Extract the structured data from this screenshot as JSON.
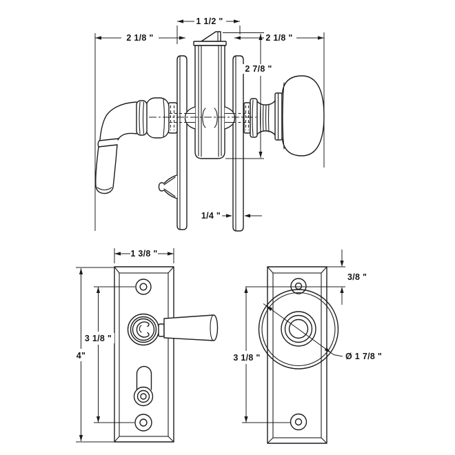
{
  "page": {
    "background": "#ffffff",
    "line_color": "#1c1c1c",
    "description": "Technical dimension drawing of a screen door latch set: assembled side view with interior lever and exterior knob, plus front views of the lever escutcheon plate and knob escutcheon plate"
  },
  "side_view": {
    "name": "assembled-side-view",
    "dims": {
      "case_width": "1 1/2 \"",
      "lever_projection": "2 1/8 \"",
      "knob_projection": "2 1/8 \"",
      "case_height": "2 7/8 \"",
      "plate_thickness": "1/4 \""
    }
  },
  "lever_plate_view": {
    "name": "lever-escutcheon-front-view",
    "dims": {
      "width": "1 3/8 \"",
      "height": "4\"",
      "screw_spacing": "3 1/8 \""
    }
  },
  "knob_plate_view": {
    "name": "knob-escutcheon-front-view",
    "dims": {
      "screw_offset": "3/8 \"",
      "screw_spacing": "3 1/8 \"",
      "rose_diameter": "Ø 1 7/8 \""
    }
  }
}
